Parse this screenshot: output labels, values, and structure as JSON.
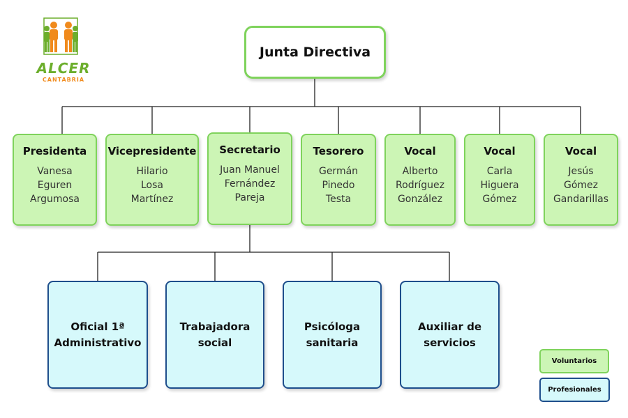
{
  "logo": {
    "name": "ALCER",
    "sub": "CANTABRIA",
    "colors": {
      "green": "#6cae2c",
      "orange": "#f08a1c"
    }
  },
  "top": {
    "title": "Junta Directiva"
  },
  "board": [
    {
      "title": "Presidenta",
      "name": [
        "Vanesa",
        "Eguren",
        "Argumosa"
      ]
    },
    {
      "title": "Vicepresidente",
      "name": [
        "Hilario",
        "Losa",
        "Martínez"
      ]
    },
    {
      "title": "Secretario",
      "name": [
        "Juan Manuel",
        "Fernández",
        "Pareja"
      ]
    },
    {
      "title": "Tesorero",
      "name": [
        "Germán",
        "Pinedo",
        "Testa"
      ]
    },
    {
      "title": "Vocal",
      "name": [
        "Alberto",
        "Rodríguez",
        "González"
      ]
    },
    {
      "title": "Vocal",
      "name": [
        "Carla",
        "Higuera",
        "Gómez"
      ]
    },
    {
      "title": "Vocal",
      "name": [
        "Jesús",
        "Gómez",
        "Gandarillas"
      ]
    }
  ],
  "staff": [
    {
      "title": [
        "Oficial 1ª",
        "Administrativo"
      ]
    },
    {
      "title": [
        "Trabajadora",
        "social"
      ]
    },
    {
      "title": [
        "Psicóloga",
        "sanitaria"
      ]
    },
    {
      "title": [
        "Auxiliar de",
        "servicios"
      ]
    }
  ],
  "legend": {
    "volunteers": "Voluntarios",
    "professionals": "Profesionales"
  },
  "colors": {
    "volunteer_fill": "#ccf5b5",
    "volunteer_border": "#7fd35c",
    "professional_fill": "#d6f9fb",
    "professional_border": "#1e4e8c"
  }
}
